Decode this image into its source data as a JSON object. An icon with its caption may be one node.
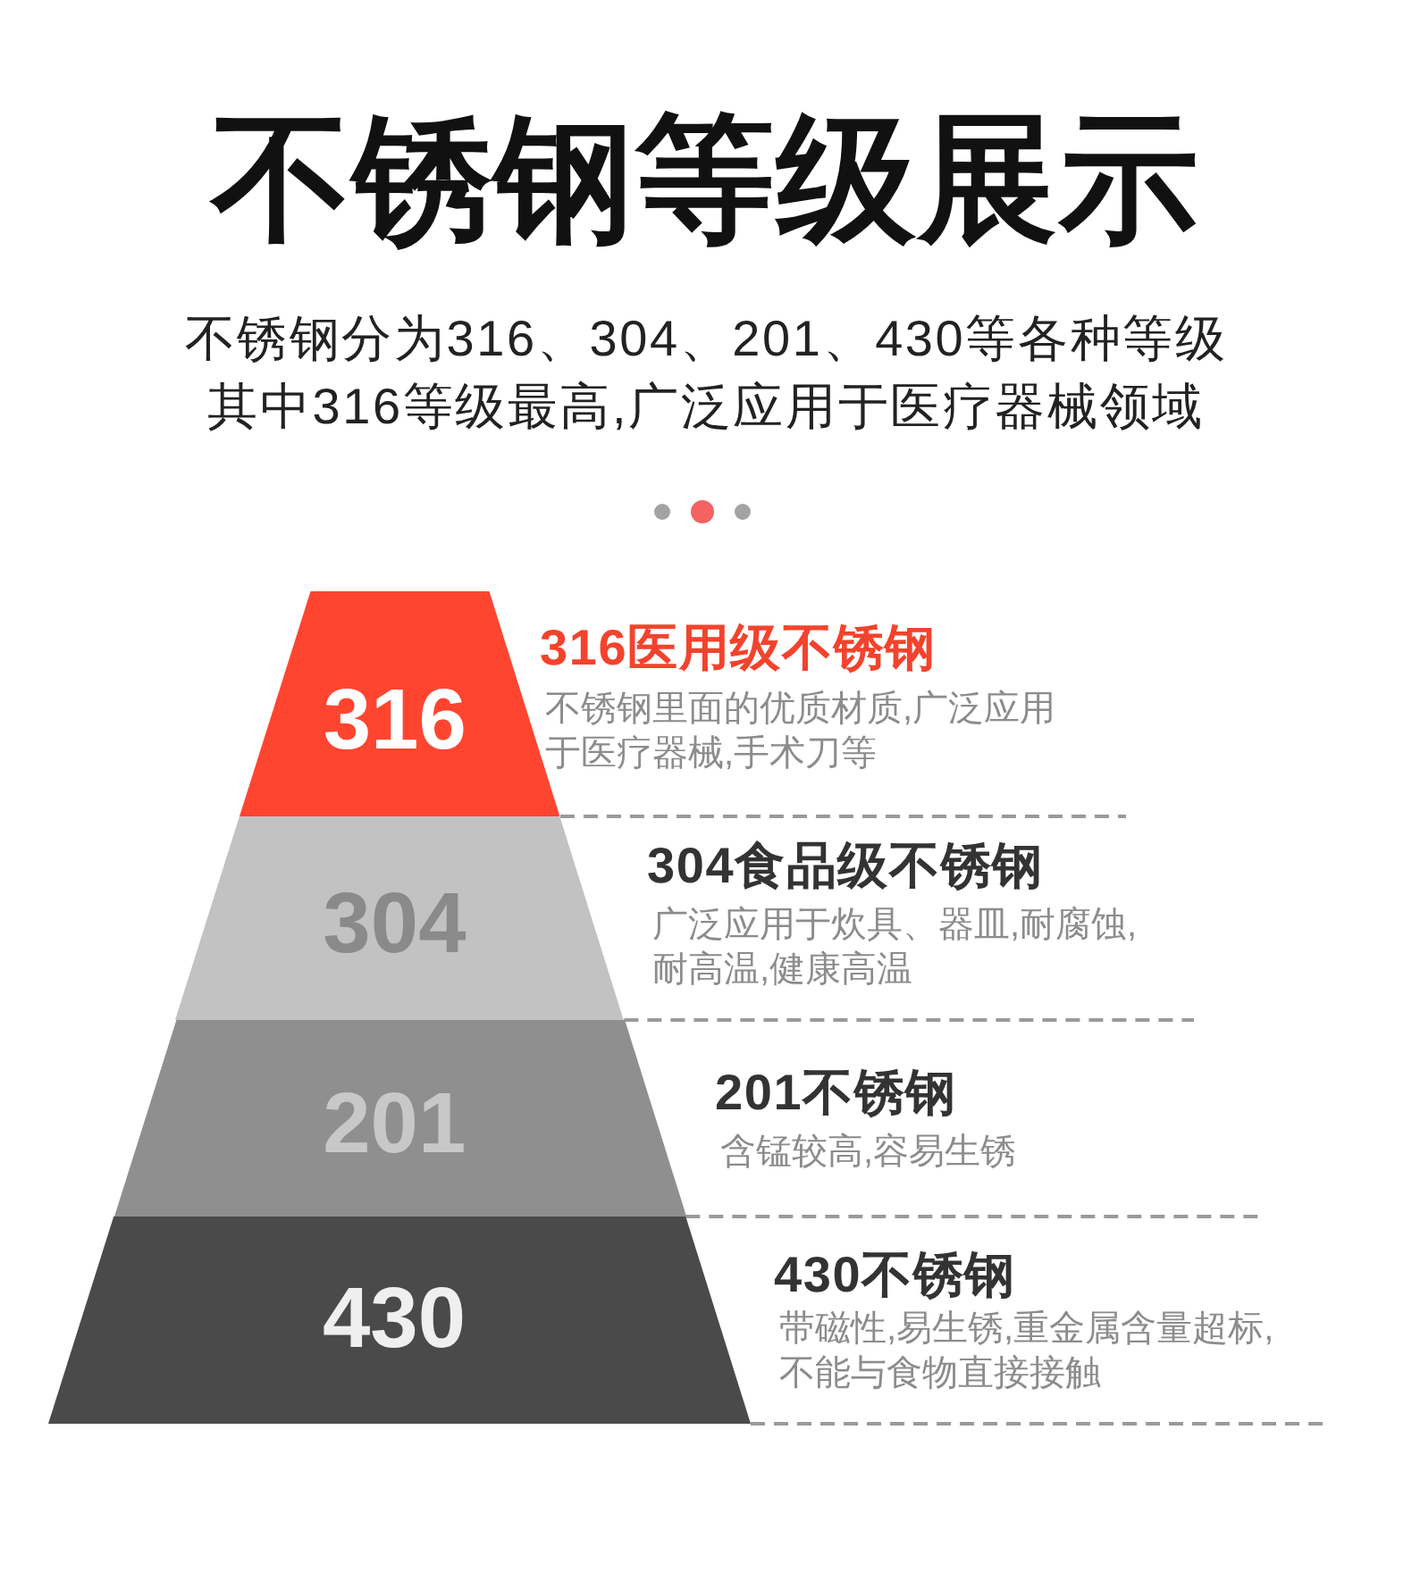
{
  "diagram": {
    "title": "不锈钢等级展示",
    "nodes": [
      {
        "text": [
          "316"
        ],
        "beside": [
          "316医用级不锈钢",
          "不锈钢里面的优质材质,广泛应用于医疗器械,手术刀等"
        ]
      },
      {
        "text": [
          "304"
        ],
        "beside": [
          "304食品级不锈钢",
          "广泛应用于炊具、器皿,耐腐蚀,耐高温,健康高温"
        ]
      },
      {
        "text": [
          "201"
        ],
        "beside": [
          "201不锈钢",
          "含锰较高,容易生锈"
        ]
      },
      {
        "text": [
          "430"
        ],
        "beside": [
          "430不锈钢",
          "带磁性,易生锈,重金属含量超标,不能与食物直接接触"
        ]
      }
    ],
    "labels": [
      "不锈钢分为316、304、201、430等各种等级",
      "其中316等级最高,广泛应用于医疗器械领域"
    ]
  }
}
